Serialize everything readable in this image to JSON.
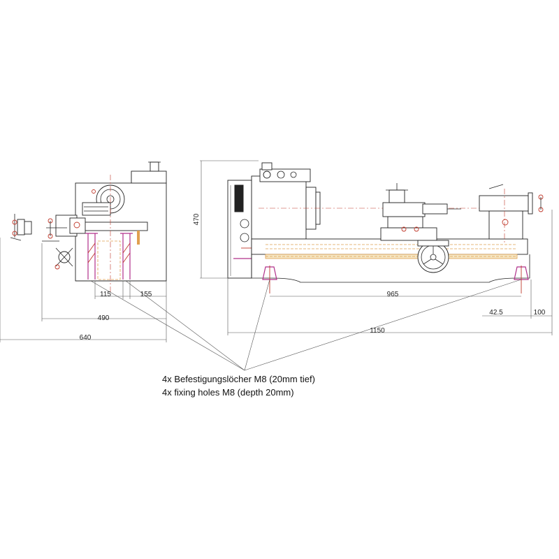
{
  "dimensions": {
    "d115": "115",
    "d155": "155",
    "d490": "490",
    "d640": "640",
    "d470": "470",
    "d965": "965",
    "d42_5": "42.5",
    "d100": "100",
    "d1150": "1150"
  },
  "note": {
    "line_de": "4x Befestigungslöcher M8 (20mm tief)",
    "line_en": "4x fixing holes M8 (depth 20mm)"
  },
  "colors": {
    "line": "#222222",
    "centerline": "#c0392b",
    "hidden": "#e0a050",
    "highlight": "#b0308a"
  }
}
